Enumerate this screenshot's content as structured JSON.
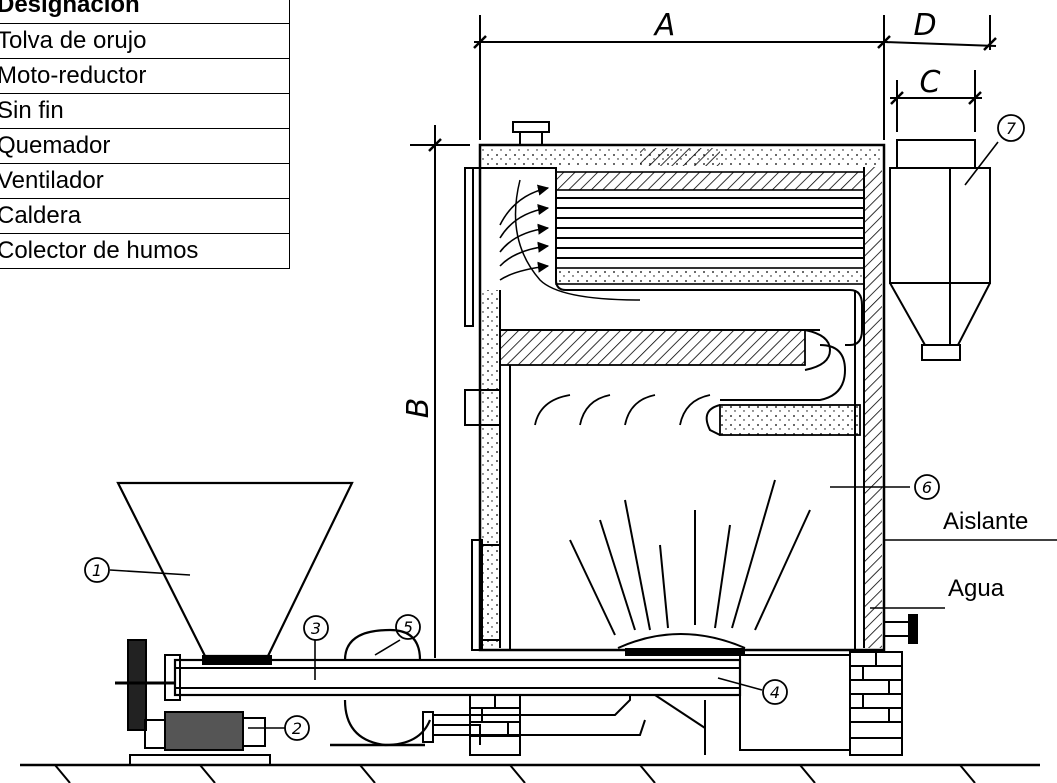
{
  "legend": {
    "header": "Designación",
    "items": [
      "Tolva de orujo",
      "Moto-reductor",
      "Sin fin",
      "Quemador",
      "Ventilador",
      "Caldera",
      "Colector de humos"
    ]
  },
  "dimensions": {
    "a": "A",
    "b": "B",
    "c": "C",
    "d": "D"
  },
  "callouts": [
    "1",
    "2",
    "3",
    "4",
    "5",
    "6",
    "7"
  ],
  "labels": {
    "insulation": "Aislante",
    "water": "Agua"
  }
}
